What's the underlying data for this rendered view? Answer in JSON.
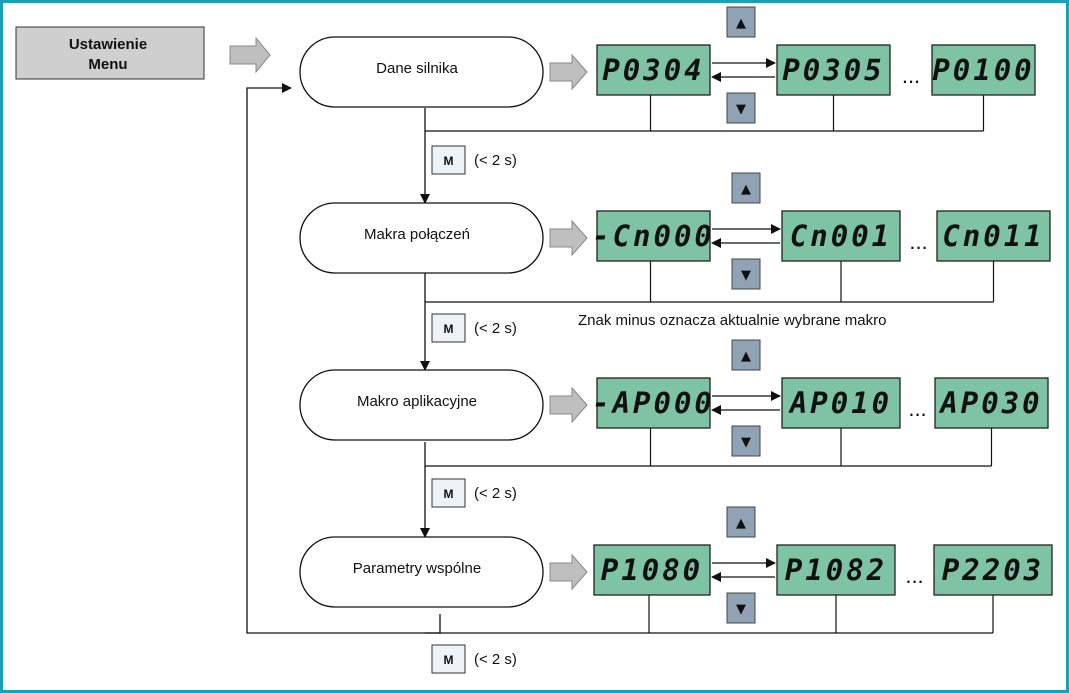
{
  "colors": {
    "frame_border": "#1aa0b8",
    "display_fill": "#7ec4a4",
    "button_fill": "#8fa3b5",
    "arrow_gray": "#bfbfbf",
    "menu_box_fill": "#cfcfcf"
  },
  "menu_box": {
    "line1": "Ustawienie",
    "line2": "Menu"
  },
  "m_key": {
    "label": "M",
    "hint": "(< 2 s)"
  },
  "ellipsis": "...",
  "arrow_up_icon": "▲",
  "arrow_down_icon": "▼",
  "note": "Znak minus oznacza aktualnie wybrane makro",
  "rows": [
    {
      "title": "Dane silnika",
      "displays": [
        "P0304",
        "P0305",
        "P0100"
      ]
    },
    {
      "title": "Makra połączeń",
      "displays": [
        "-Cn000",
        "Cn001",
        "Cn011"
      ]
    },
    {
      "title": "Makro aplikacyjne",
      "displays": [
        "-AP000",
        "AP010",
        "AP030"
      ]
    },
    {
      "title": "Parametry wspólne",
      "displays": [
        "P1080",
        "P1082",
        "P2203"
      ]
    }
  ]
}
